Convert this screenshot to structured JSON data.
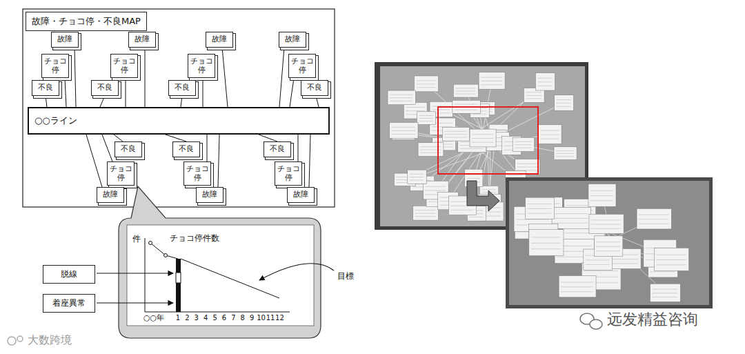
{
  "diagram": {
    "title": "故障・チョコ停・不良MAP",
    "nodes": [
      {
        "text": [
          "故障・チョコ停・不良MAP"
        ]
      },
      {
        "text": [
          "○○ライン"
        ]
      },
      {
        "text": [
          "故障"
        ]
      },
      {
        "text": [
          "チョコ停"
        ]
      },
      {
        "text": [
          "不良"
        ]
      },
      {
        "text": [
          "故障"
        ]
      },
      {
        "text": [
          "チョコ停"
        ]
      },
      {
        "text": [
          "不良"
        ]
      },
      {
        "text": [
          "故障"
        ]
      },
      {
        "text": [
          "チョコ停"
        ]
      },
      {
        "text": [
          "不良"
        ]
      },
      {
        "text": [
          "故障"
        ]
      },
      {
        "text": [
          "チョコ停"
        ]
      },
      {
        "text": [
          "不良"
        ]
      },
      {
        "text": [
          "不良"
        ]
      },
      {
        "text": [
          "チョコ停"
        ]
      },
      {
        "text": [
          "故障"
        ]
      },
      {
        "text": [
          "不良"
        ]
      },
      {
        "text": [
          "チョコ停"
        ]
      },
      {
        "text": [
          "故障"
        ]
      },
      {
        "text": [
          "不良"
        ]
      },
      {
        "text": [
          "チョコ停"
        ]
      },
      {
        "text": [
          "故障"
        ]
      },
      {
        "text": [
          "脱線"
        ]
      },
      {
        "text": [
          "着座異常"
        ]
      }
    ],
    "edges": [
      {
        "from": 2,
        "to": 1,
        "arrow": "none"
      },
      {
        "from": 3,
        "to": 1,
        "arrow": "none"
      },
      {
        "from": 4,
        "to": 1,
        "arrow": "none"
      },
      {
        "from": 5,
        "to": 1,
        "arrow": "none"
      },
      {
        "from": 6,
        "to": 1,
        "arrow": "none"
      },
      {
        "from": 7,
        "to": 1,
        "arrow": "none"
      },
      {
        "from": 8,
        "to": 1,
        "arrow": "none"
      },
      {
        "from": 9,
        "to": 1,
        "arrow": "none"
      },
      {
        "from": 10,
        "to": 1,
        "arrow": "none"
      },
      {
        "from": 11,
        "to": 1,
        "arrow": "none"
      },
      {
        "from": 12,
        "to": 1,
        "arrow": "none"
      },
      {
        "from": 13,
        "to": 1,
        "arrow": "none"
      },
      {
        "from": 14,
        "to": 1,
        "arrow": "none"
      },
      {
        "from": 15,
        "to": 1,
        "arrow": "none"
      },
      {
        "from": 16,
        "to": 1,
        "arrow": "none"
      },
      {
        "from": 17,
        "to": 1,
        "arrow": "none"
      },
      {
        "from": 18,
        "to": 1,
        "arrow": "none"
      },
      {
        "from": 19,
        "to": 1,
        "arrow": "none"
      },
      {
        "from": 20,
        "to": 1,
        "arrow": "none"
      },
      {
        "from": 21,
        "to": 1,
        "arrow": "none"
      },
      {
        "from": 22,
        "to": 1,
        "arrow": "none"
      }
    ],
    "labels": [
      "件",
      "チョコ停件数",
      "○○年",
      "1",
      "2",
      "3",
      "4",
      "5",
      "6",
      "7",
      "8",
      "9",
      "10",
      "11",
      "12",
      "目標",
      "大数跨境",
      "远发精益咨询"
    ]
  }
}
